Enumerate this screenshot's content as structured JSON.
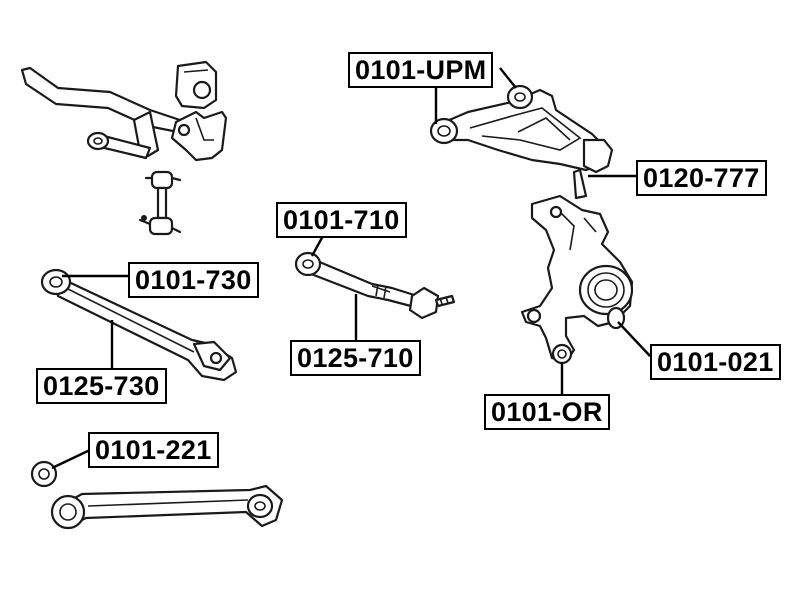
{
  "colors": {
    "ink": "#000000",
    "paper": "#ffffff"
  },
  "labels": {
    "upper_arm": "0101-UPM",
    "ball_joint": "0120-777",
    "knuckle_bushing": "0101-021",
    "knuckle": "0101-OR",
    "lateral_link": "0101-710",
    "lateral_link_bushing_side": "0125-710",
    "trailing_arm_bushing": "0101-730",
    "trailing_arm": "0125-730",
    "lower_arm_bushing": "0101-221"
  }
}
